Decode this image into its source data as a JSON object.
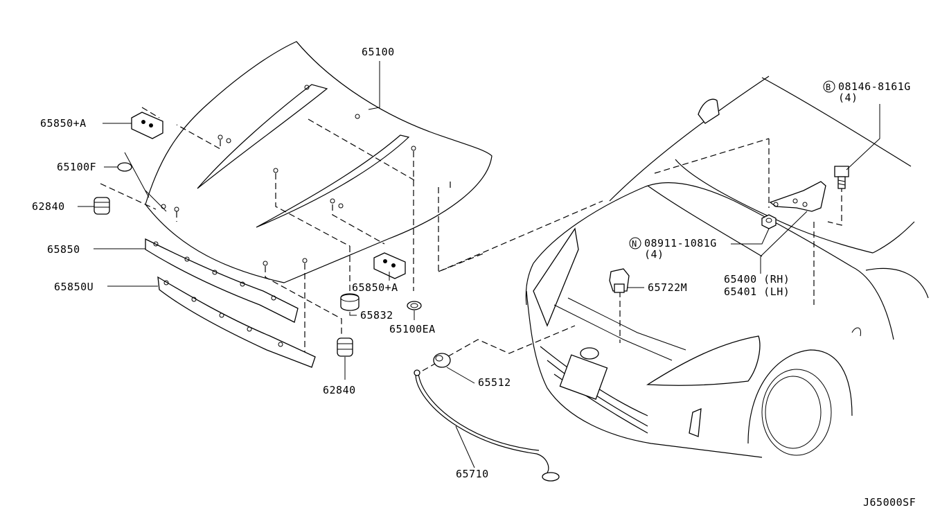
{
  "diagram_id": "J65000SF",
  "callouts": {
    "hood": "65100",
    "hinge_upper": "65850+A",
    "hinge_lower": "65850+A",
    "seal_clip": "65100F",
    "bumper_upper": "62840",
    "bumper_lower": "62840",
    "front_seal": "65850",
    "front_seal_u": "65850U",
    "stopper": "65832",
    "grommet": "65100EA",
    "cable_clip": "65512",
    "release_cable": "65710",
    "hood_lock": "65722M",
    "bolt": "08146-8161G",
    "bolt_qty": "(4)",
    "nut": "08911-1081G",
    "nut_qty": "(4)",
    "hinge_rh": "65400 (RH)",
    "hinge_lh": "65401 (LH)"
  },
  "symbols": {
    "bolt_prefix": "B",
    "nut_prefix": "N"
  }
}
